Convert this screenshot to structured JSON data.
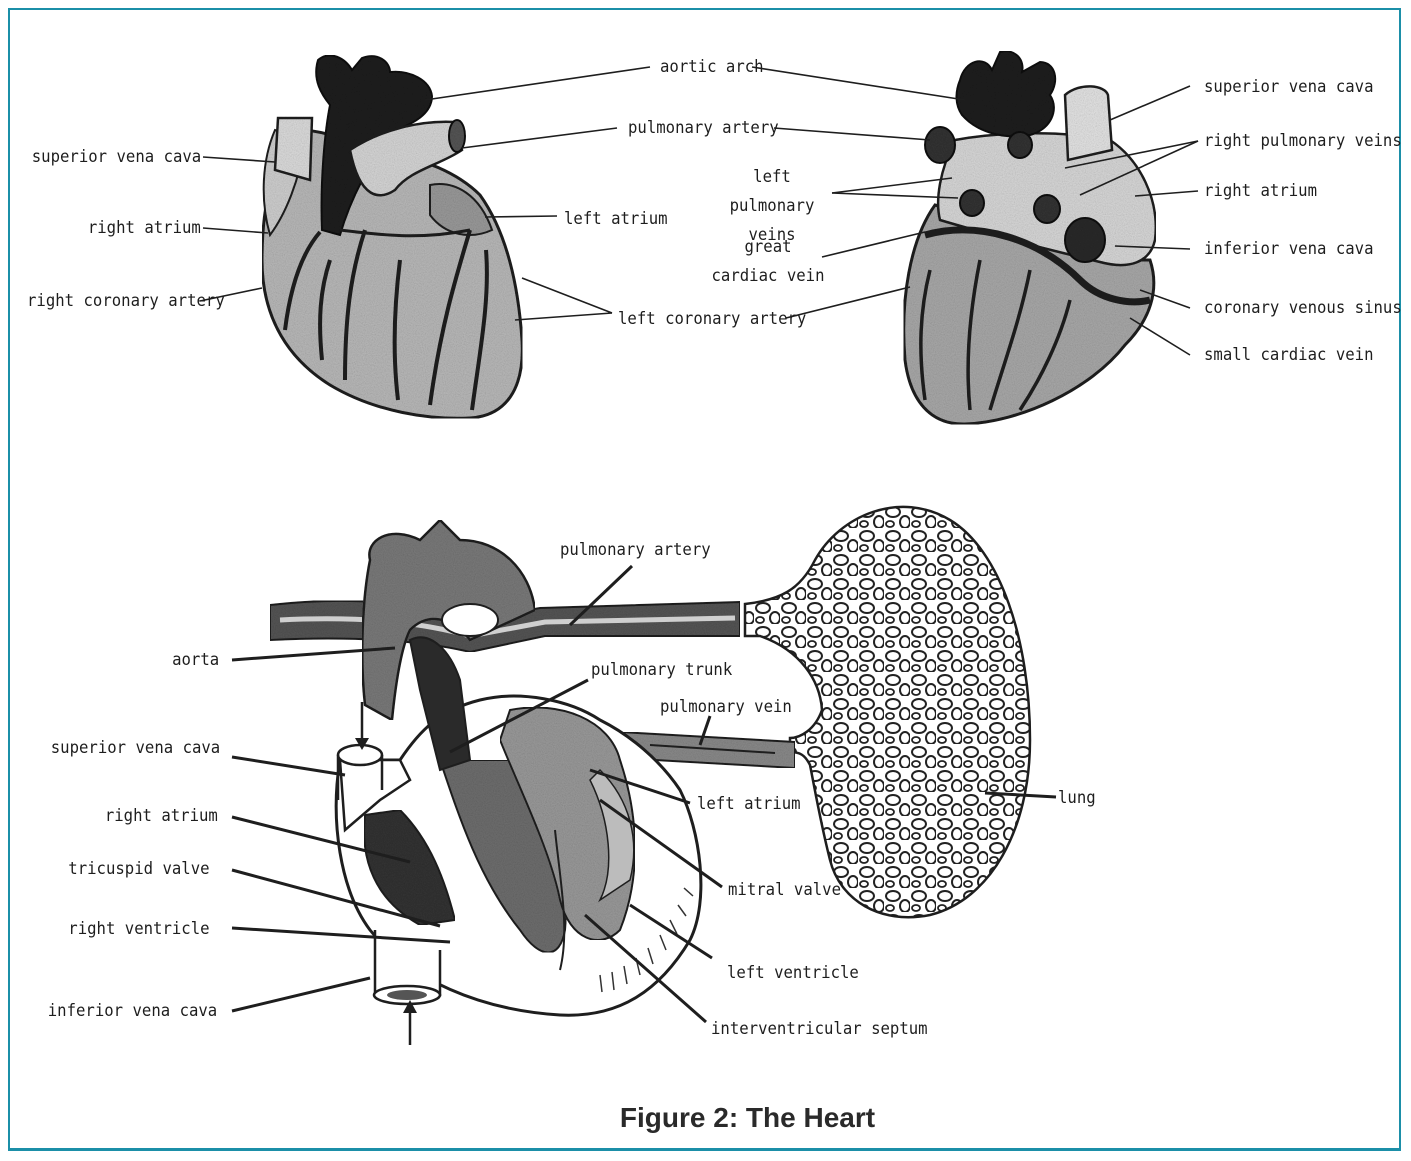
{
  "figure": {
    "caption": "Figure 2: The Heart",
    "accent_color": "#1b8fa8"
  },
  "anterior_view": {
    "aortic_arch": "aortic arch",
    "pulmonary_artery": "pulmonary artery",
    "superior_vena_cava": "superior vena cava",
    "right_atrium": "right atrium",
    "left_atrium": "left atrium",
    "right_coronary_artery": "right coronary artery",
    "left_coronary_artery": "left coronary artery"
  },
  "posterior_view": {
    "left_pulmonary_veins": "left pulmonary veins",
    "great_cardiac_vein": "great cardiac vein",
    "superior_vena_cava": "superior vena cava",
    "right_pulmonary_veins": "right pulmonary veins",
    "right_atrium": "right atrium",
    "inferior_vena_cava": "inferior vena cava",
    "coronary_venous_sinus": "coronary venous sinus",
    "small_cardiac_vein": "small cardiac vein"
  },
  "circulation": {
    "pulmonary_artery": "pulmonary artery",
    "aorta": "aorta",
    "pulmonary_trunk": "pulmonary trunk",
    "pulmonary_vein": "pulmonary vein",
    "superior_vena_cava": "superior vena cava",
    "right_atrium": "right atrium",
    "left_atrium": "left atrium",
    "lung": "lung",
    "tricuspid_valve": "tricuspid valve",
    "mitral_valve": "mitral valve",
    "right_ventricle": "right ventricle",
    "left_ventricle": "left ventricle",
    "inferior_vena_cava": "inferior vena cava",
    "interventricular_septum": "interventricular septum"
  }
}
